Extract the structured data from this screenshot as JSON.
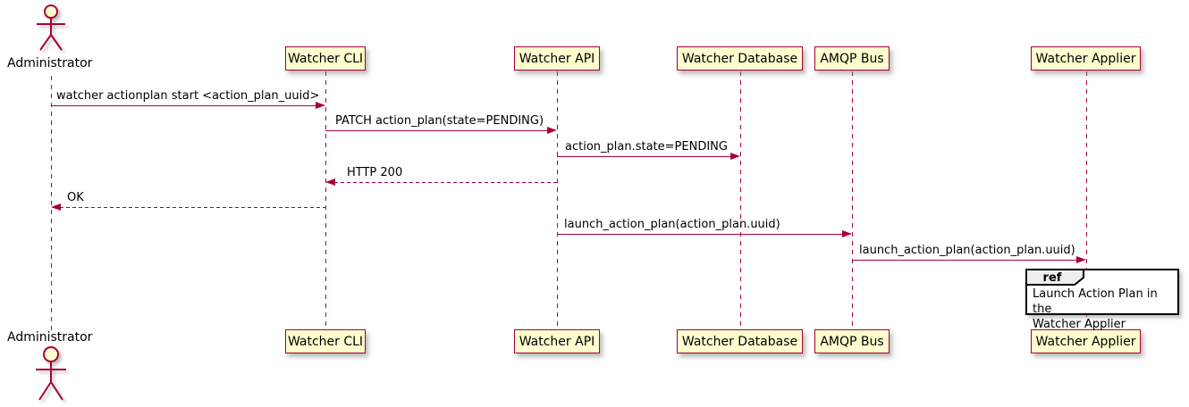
{
  "actor": {
    "label": "Administrator"
  },
  "participants": [
    {
      "label": "Watcher CLI"
    },
    {
      "label": "Watcher API"
    },
    {
      "label": "Watcher Database"
    },
    {
      "label": "AMQP Bus"
    },
    {
      "label": "Watcher Applier"
    }
  ],
  "messages": [
    {
      "label": "watcher actionplan start <action_plan_uuid>",
      "from": "Administrator",
      "to": "Watcher CLI",
      "line": "solid"
    },
    {
      "label": "PATCH action_plan(state=PENDING)",
      "from": "Watcher CLI",
      "to": "Watcher API",
      "line": "solid"
    },
    {
      "label": "action_plan.state=PENDING",
      "from": "Watcher API",
      "to": "Watcher Database",
      "line": "solid"
    },
    {
      "label": "HTTP 200",
      "from": "Watcher API",
      "to": "Watcher CLI",
      "line": "dashed"
    },
    {
      "label": "OK",
      "from": "Watcher CLI",
      "to": "Administrator",
      "line": "dashed"
    },
    {
      "label": "launch_action_plan(action_plan.uuid)",
      "from": "Watcher API",
      "to": "AMQP Bus",
      "line": "solid"
    },
    {
      "label": "launch_action_plan(action_plan.uuid)",
      "from": "AMQP Bus",
      "to": "Watcher Applier",
      "line": "solid"
    }
  ],
  "ref": {
    "keyword": "ref",
    "text": "Launch Action Plan in the\nWatcher Applier",
    "over": "Watcher Applier"
  },
  "colors": {
    "stroke": "#A80036",
    "participant_fill": "#FEFECE",
    "ref_border": "#000000",
    "ref_header_fill": "#EEEEEE",
    "text": "#000000"
  }
}
